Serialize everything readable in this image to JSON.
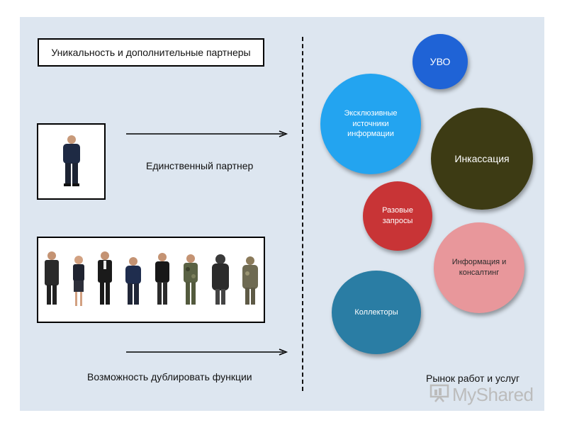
{
  "title": "Уникальность и дополнительные партнеры",
  "captions": {
    "single": "Единственный партнер",
    "multiple": "Возможность дублировать функции",
    "market": "Рынок работ и услуг"
  },
  "bubbles": [
    {
      "id": "uvo",
      "label": "УВО",
      "color": "#1f63d6"
    },
    {
      "id": "exclusive",
      "label": "Эксклюзивные источники информации",
      "color": "#23a4f0"
    },
    {
      "id": "collection",
      "label": "Инкассация",
      "color": "#3d3b14"
    },
    {
      "id": "oneoff",
      "label": "Разовые запросы",
      "color": "#c83436"
    },
    {
      "id": "consulting",
      "label": "Информация и консалтинг",
      "color": "#e8979b"
    },
    {
      "id": "collectors",
      "label": "Коллекторы",
      "color": "#2a7da4"
    }
  ],
  "logo": {
    "text": "MyShared",
    "icon": "presentation-board-icon"
  },
  "people": [
    "man-in-winter-jacket",
    "man-in-coat",
    "woman-in-suit",
    "man-in-suit",
    "guard-in-jacket",
    "man-in-black-jacket",
    "man-in-camouflage",
    "man-in-parka",
    "man-in-camo-parka"
  ]
}
